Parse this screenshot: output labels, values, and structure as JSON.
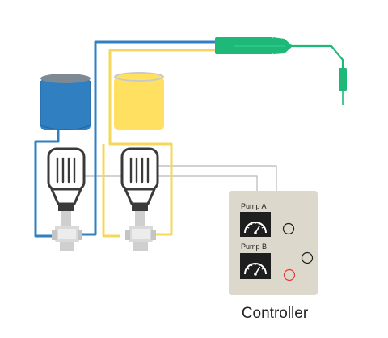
{
  "controller": {
    "title": "Controller",
    "pump_a_label": "Pump A",
    "pump_b_label": "Pump B"
  },
  "colors": {
    "blue": "#2f7fc1",
    "yellow": "#ffe061",
    "yellow_line": "#f5d85a",
    "green": "#1eb978",
    "wire": "#b8b8b8",
    "controller_body": "#ddd8cc",
    "gauge": "#1e1e1e",
    "indicator_red": "#e53935",
    "valve_silver": "#cfcfcf"
  },
  "icons": {
    "reservoir_blue": "cylinder-icon",
    "reservoir_yellow": "cylinder-icon",
    "pump": "syringe-pump-icon",
    "valve": "valve-icon",
    "mixer": "mixer-nozzle-icon",
    "needle": "needle-icon",
    "gauge": "gauge-icon"
  }
}
